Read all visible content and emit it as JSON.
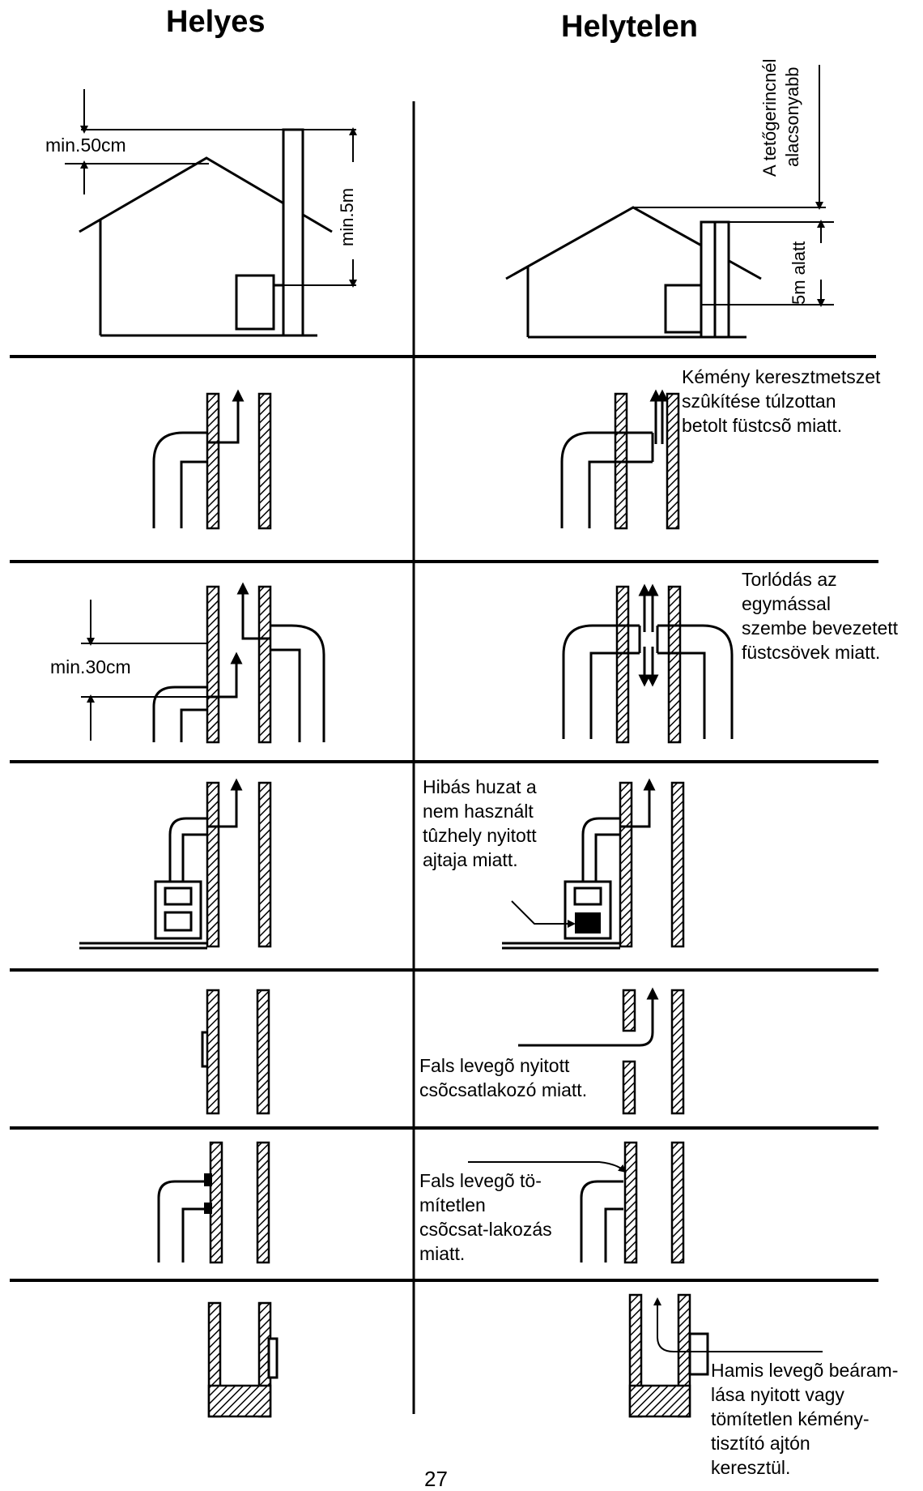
{
  "headers": {
    "correct": "Helyes",
    "incorrect": "Helytelen"
  },
  "row1": {
    "left_min50": "min.50cm",
    "left_min5m": "min.5m",
    "right_below_ridge_1": "A tetőgerincnél",
    "right_below_ridge_2": "alacsonyabb",
    "right_below_5m": "5m alatt"
  },
  "row2": {
    "right_note": [
      "Kémény keresztmetszet",
      "szûkítése túlzottan",
      "betolt füstcsõ miatt."
    ]
  },
  "row3": {
    "left_min30": "min.30cm",
    "right_note": [
      "Torlódás az",
      "egymással",
      "szembe bevezetett",
      "füstcsövek miatt."
    ]
  },
  "row4": {
    "right_note": [
      "Hibás huzat a",
      "nem használt",
      "tûzhely nyitott",
      "ajtaja miatt."
    ]
  },
  "row5": {
    "right_note": [
      "Fals levegõ nyitott",
      "csõcsatlakozó miatt."
    ]
  },
  "row6": {
    "right_note": [
      "Fals levegõ tö-",
      "mítetlen",
      "csõcsat-lakozás",
      "miatt."
    ]
  },
  "row7": {
    "right_note": [
      "Hamis levegõ beáram-",
      "lása nyitott vagy",
      "tömítetlen kémény-",
      "tisztító ajtón",
      "keresztül."
    ]
  },
  "page_number": "27"
}
